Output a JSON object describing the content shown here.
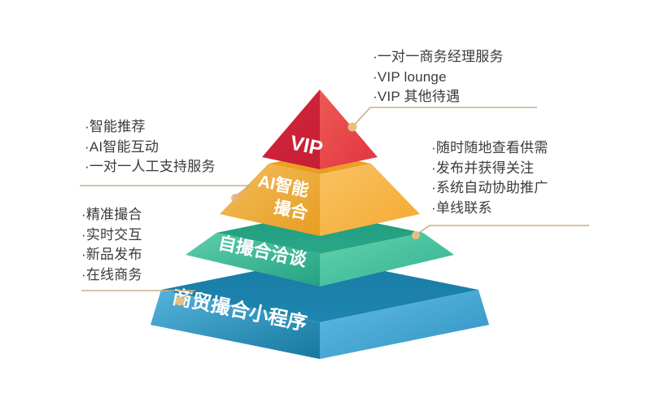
{
  "diagram": {
    "type": "3d-pyramid",
    "title_present": false,
    "background_color": "#ffffff",
    "tiers": [
      {
        "id": "vip",
        "label_lines": [
          "VIP"
        ],
        "level": 4,
        "color_left": "#cf2238",
        "color_right": "#e8404a",
        "color_top": "#f05a5a",
        "shape": "apex-triangle"
      },
      {
        "id": "ai-matching",
        "label_lines": [
          "AI智能",
          "撮合"
        ],
        "level": 3,
        "color_left": "#e8a52a",
        "color_right": "#f6b545",
        "color_top": "#f7c765",
        "shape": "frustum"
      },
      {
        "id": "self-matching",
        "label_lines": [
          "自撮合洽谈"
        ],
        "level": 2,
        "color_left": "#2bab8a",
        "color_right": "#4ec4a4",
        "color_top": "#66d3b0",
        "shape": "frustum"
      },
      {
        "id": "trade-miniprogram",
        "label_lines": [
          "商贸撮合小程序"
        ],
        "level": 1,
        "color_left": "#1b7fa8",
        "color_right": "#4fa8d4",
        "color_top": "#5bb7e0",
        "shape": "frustum"
      }
    ],
    "callouts": [
      {
        "id": "vip-callout",
        "position": "top-right",
        "tier": "vip",
        "lines": [
          "·一对一商务经理服务",
          "·VIP lounge",
          "·VIP 其他待遇"
        ]
      },
      {
        "id": "ai-callout-left",
        "position": "middle-left",
        "tier": "ai-matching",
        "lines": [
          "·智能推荐",
          "·AI智能互动",
          "·一对一人工支持服务"
        ]
      },
      {
        "id": "self-matching-callout-right",
        "position": "middle-right",
        "tier": "self-matching",
        "lines": [
          "·随时随地查看供需",
          "·发布并获得关注",
          "·系统自动协助推广",
          "·单线联系"
        ]
      },
      {
        "id": "miniprogram-callout-left",
        "position": "bottom-left",
        "tier": "trade-miniprogram",
        "lines": [
          "·精准撮合",
          "·实时交互",
          "·新品发布",
          "·在线商务"
        ]
      }
    ],
    "connector_color": "#c9ad86",
    "connector_dot_color": "#e8bf7e",
    "text_color": "#3b3b3b"
  }
}
